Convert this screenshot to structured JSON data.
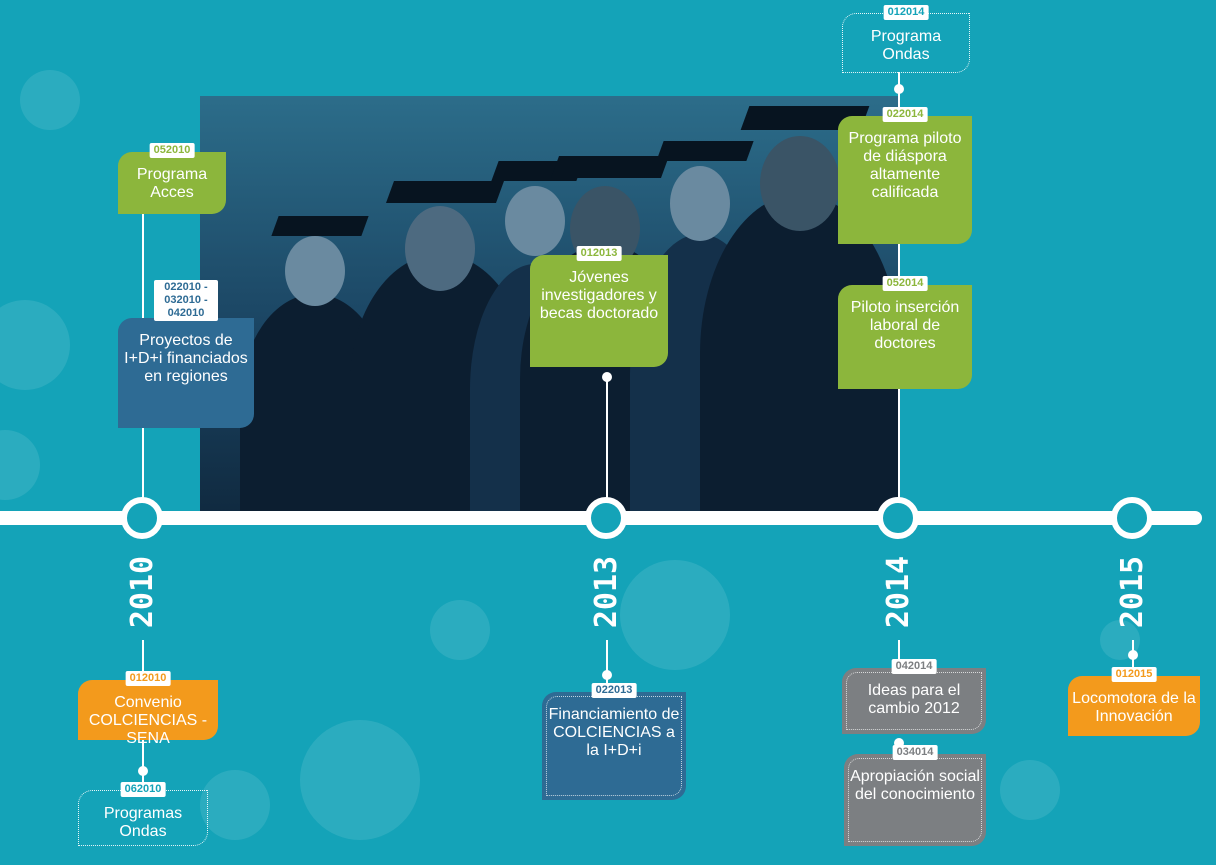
{
  "years": [
    "2010",
    "2013",
    "2014",
    "2015"
  ],
  "events": {
    "acces": {
      "tag": "052010",
      "text": "Programa Acces"
    },
    "proyectos": {
      "tag": "022010 - 032010 - 042010",
      "text": "Proyectos de I+D+i financiados en regiones"
    },
    "convenio": {
      "tag": "012010",
      "text": "Convenio COLCIENCIAS -SENA"
    },
    "ondas2010": {
      "tag": "062010",
      "text": "Programas Ondas"
    },
    "jovenes": {
      "tag": "012013",
      "text": "Jóvenes investigadores y becas doctorado"
    },
    "financiamiento": {
      "tag": "022013",
      "text": "Financiamiento de COLCIENCIAS a la I+D+i"
    },
    "ondas2014": {
      "tag": "012014",
      "text": "Programa Ondas"
    },
    "diaspora": {
      "tag": "022014",
      "text": "Programa piloto de diáspora altamente calificada"
    },
    "piloto": {
      "tag": "052014",
      "text": "Piloto inserción laboral de doctores"
    },
    "ideas": {
      "tag": "042014",
      "text": "Ideas para el cambio 2012"
    },
    "apropiacion": {
      "tag": "034014",
      "text": "Apropiación social del conocimiento"
    },
    "locomotora": {
      "tag": "012015",
      "text": "Locomotora de la Innovación"
    }
  },
  "colors": {
    "background": "#14a3b8",
    "green": "#8cb63c",
    "blue": "#2e6b94",
    "orange": "#f39a1c",
    "grey": "#7c7f82"
  }
}
